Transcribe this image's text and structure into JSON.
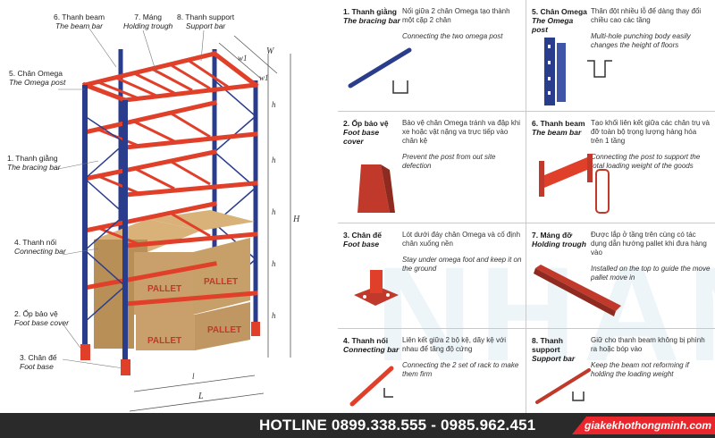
{
  "callouts": {
    "beam": {
      "vi": "6. Thanh beam",
      "en": "The beam bar"
    },
    "trough": {
      "vi": "7. Máng",
      "en": "Holding trough"
    },
    "support": {
      "vi": "8. Thanh support",
      "en": "Support bar"
    },
    "omega": {
      "vi": "5. Chân Omega",
      "en": "The Omega post"
    },
    "bracing": {
      "vi": "1. Thanh giằng",
      "en": "The bracing bar"
    },
    "connect": {
      "vi": "4. Thanh nối",
      "en": "Connecting bar"
    },
    "cover": {
      "vi": "2. Ốp bảo vệ",
      "en": "Foot base cover"
    },
    "foot": {
      "vi": "3. Chân đế",
      "en": "Foot base"
    }
  },
  "pallet_label": "PALLET",
  "dimensions": {
    "w1a": "w1",
    "w1b": "w1",
    "W": "W",
    "h": "h",
    "H": "H",
    "l": "l",
    "L": "L"
  },
  "parts": [
    {
      "vi": "1. Thanh giằng",
      "en": "The bracing bar",
      "desc_vi": "Nối giữa 2 chân Omega tạo thành một cặp 2 chân",
      "desc_en": "Connecting the two omega post"
    },
    {
      "vi": "5. Chân Omega",
      "en": "The Omega post",
      "desc_vi": "Thân đột nhiều lỗ để dàng thay đổi chiều cao các tầng",
      "desc_en": "Multi-hole punching body easily changes the height of floors"
    },
    {
      "vi": "2. Ốp bảo vệ",
      "en": "Foot base cover",
      "desc_vi": "Bảo vệ chân Omega tránh va đập khi xe hoặc vật nặng va trực tiếp vào chân kệ",
      "desc_en": "Prevent the post from out site defection"
    },
    {
      "vi": "6. Thanh beam",
      "en": "The beam bar",
      "desc_vi": "Tạo khối liên kết giữa các chân trụ và đỡ toàn bộ trọng lượng hàng hóa trên 1 tầng",
      "desc_en": "Connecting the post to support the total loading weight of the goods"
    },
    {
      "vi": "3. Chân đế",
      "en": "Foot base",
      "desc_vi": "Lót dưới đáy chân Omega và cố định chân xuống nền",
      "desc_en": "Stay under omega foot and keep it on the ground"
    },
    {
      "vi": "7. Máng đỡ",
      "en": "Holding trough",
      "desc_vi": "Được lắp ở tầng trên cùng có tác dụng dẫn hướng pallet khi đưa hàng vào",
      "desc_en": "Installed on the top to guide the move pallet move in"
    },
    {
      "vi": "4. Thanh nối",
      "en": "Connecting bar",
      "desc_vi": "Liên kết giữa 2 bộ kệ, dãy kệ với nhau để tăng độ cứng",
      "desc_en": "Connecting the 2 set of rack to make them firm"
    },
    {
      "vi": "8. Thanh support",
      "en": "Support bar",
      "desc_vi": "Giữ cho thanh beam không bị phình ra hoặc bóp vào",
      "desc_en": "Keep the beam not reforming if holding the loading weight"
    }
  ],
  "watermark": "NHANH",
  "footer": {
    "hotline": "HOTLINE 0899.338.555 - 0985.962.451",
    "website": "giakekhothongminh.com"
  },
  "colors": {
    "post": "#2a3c8c",
    "beam": "#e0402a",
    "box": "#c9a06c",
    "footer": "#2a2a2a",
    "accent": "#e8262b"
  }
}
